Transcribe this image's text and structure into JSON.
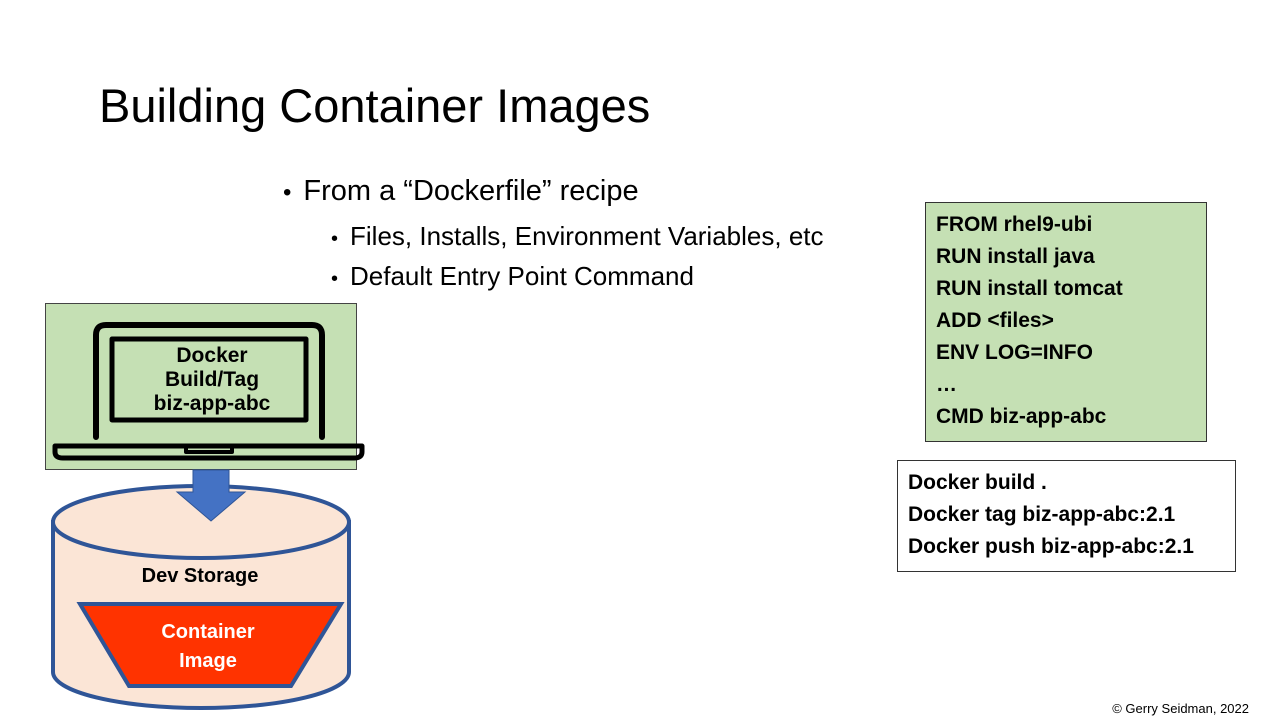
{
  "slide": {
    "title": "Building Container Images",
    "bullets": {
      "main": "From a “Dockerfile” recipe",
      "sub": [
        "Files, Installs, Environment Variables, etc",
        "Default Entry Point Command"
      ]
    },
    "laptop": {
      "lines": [
        "Docker",
        "Build/Tag",
        "biz-app-abc"
      ]
    },
    "storage": {
      "label": "Dev Storage",
      "image_lines": [
        "Container",
        "Image"
      ]
    },
    "dockerfile": [
      "FROM rhel9-ubi",
      "RUN install java",
      "RUN install tomcat",
      "ADD <files>",
      "ENV LOG=INFO",
      "…",
      "CMD biz-app-abc"
    ],
    "commands": [
      "Docker build .",
      "Docker tag biz-app-abc:2.1",
      "Docker push biz-app-abc:2.1"
    ],
    "copyright": "© Gerry Seidman, 2022"
  },
  "colors": {
    "green_fill": "#c5e0b4",
    "pink_fill": "#fbe5d6",
    "blue": "#2f5597",
    "arrow_blue": "#4472c4",
    "red": "#ff3300"
  }
}
